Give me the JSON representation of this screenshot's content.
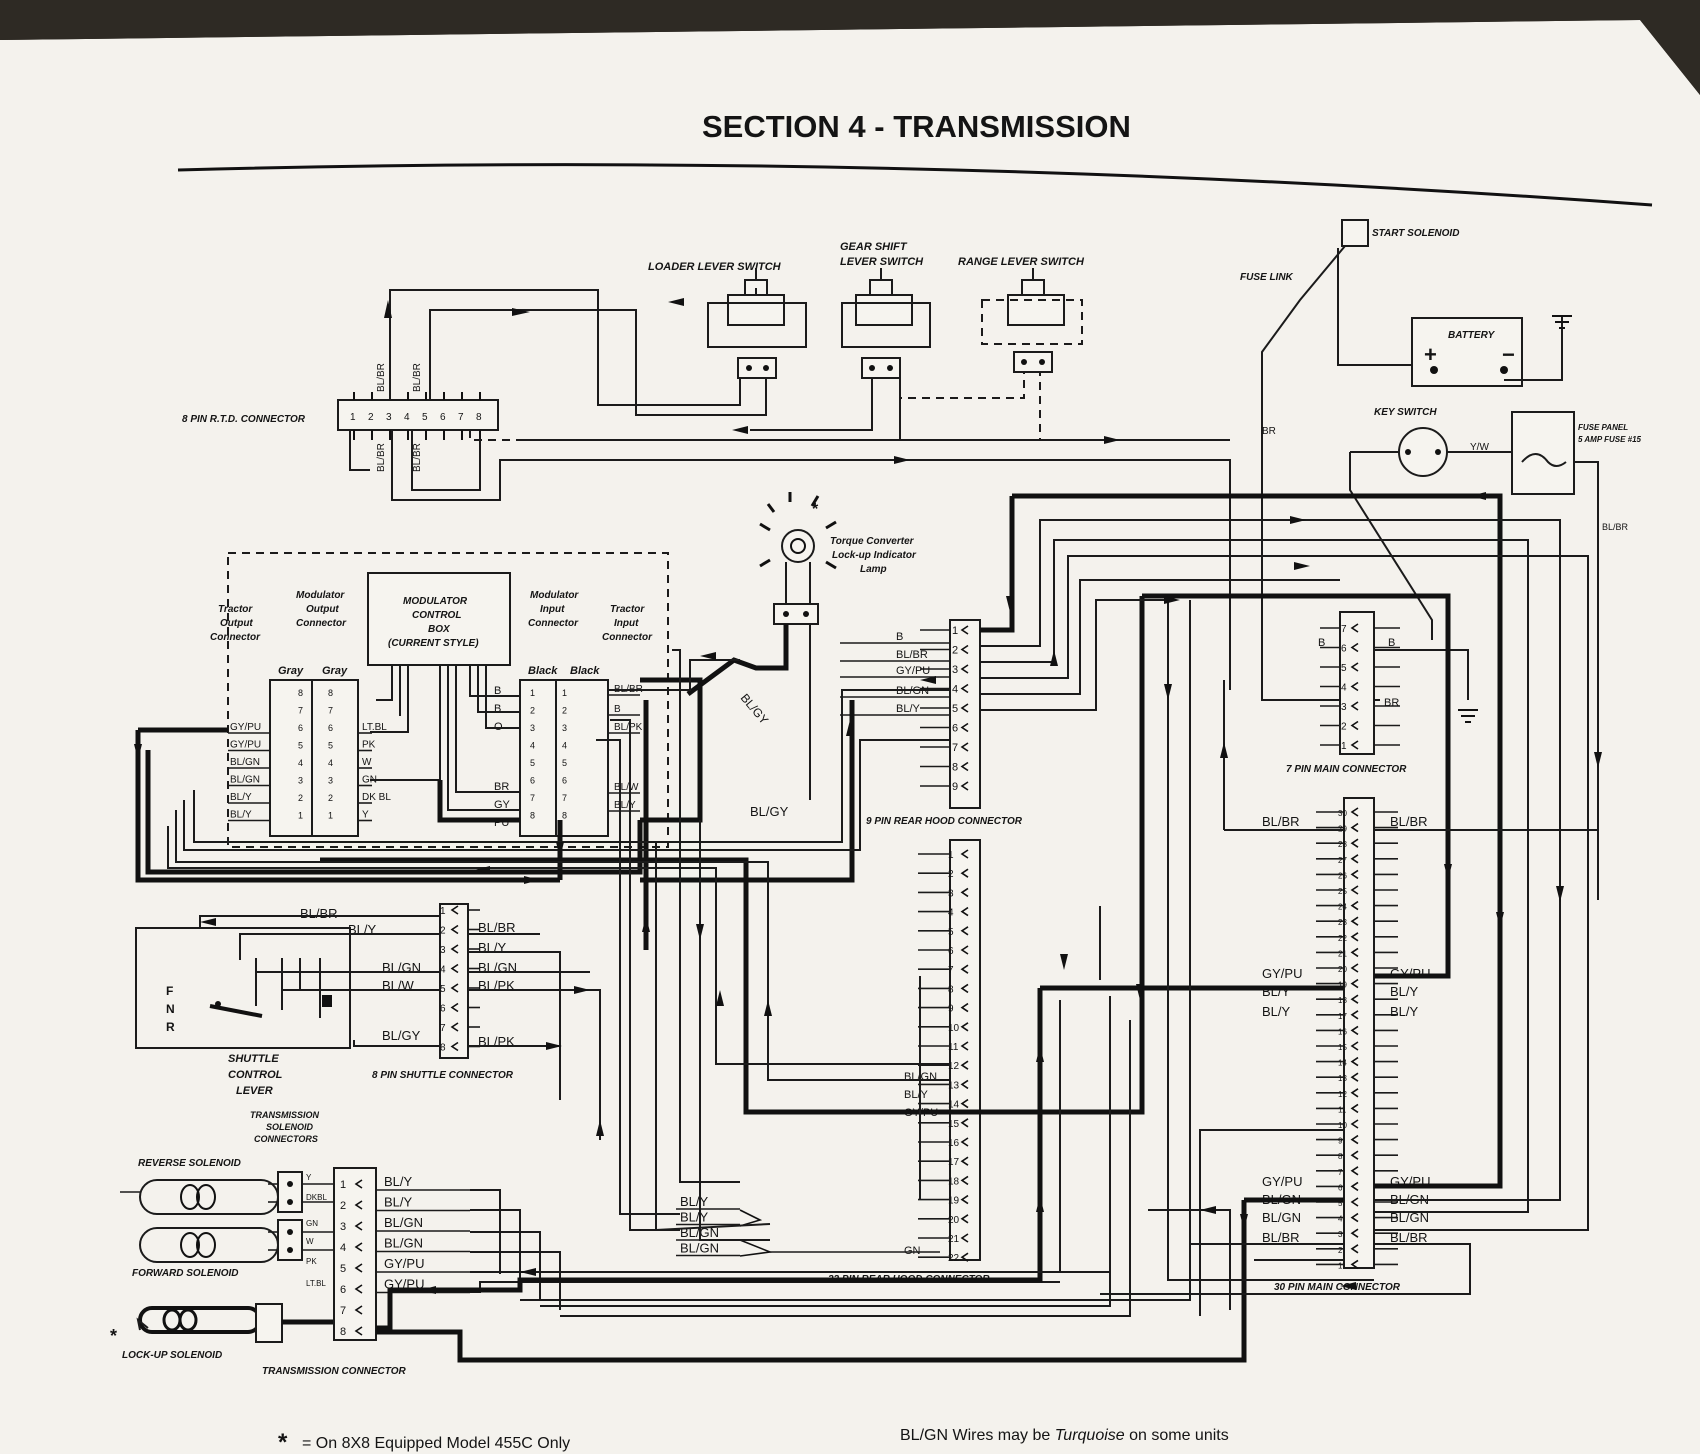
{
  "page": {
    "title": "SECTION 4 - TRANSMISSION",
    "colors": {
      "paper": "#f4f2ed",
      "ink": "#151515",
      "background": "#2e2a24"
    }
  },
  "switches": {
    "loader": "LOADER LEVER SWITCH",
    "gear_shift_1": "GEAR SHIFT",
    "gear_shift_2": "LEVER SWITCH",
    "range": "RANGE LEVER SWITCH"
  },
  "power": {
    "start_solenoid": "START SOLENOID",
    "fuse_link": "FUSE LINK",
    "battery": "BATTERY",
    "plus": "+",
    "minus": "−",
    "key_switch": "KEY SWITCH",
    "fuse_panel_1": "FUSE PANEL",
    "fuse_panel_2": "5 AMP FUSE #15",
    "br": "BR",
    "y_w": "Y/W",
    "bl_br": "BL/BR"
  },
  "rtd": {
    "label": "8 PIN R.T.D. CONNECTOR",
    "pins": [
      "1",
      "2",
      "3",
      "4",
      "5",
      "6",
      "7",
      "8"
    ],
    "wire_top_a": "BL/BR",
    "wire_top_b": "BL/BR",
    "wire_bottom_a": "BL/BR",
    "wire_bottom_b": "BL/BR"
  },
  "modulator": {
    "box_1": "MODULATOR",
    "box_2": "CONTROL",
    "box_3": "BOX",
    "box_4": "(CURRENT STYLE)",
    "tractor_output": [
      "Tractor",
      "Output",
      "Connector"
    ],
    "modulator_output": [
      "Modulator",
      "Output",
      "Connector"
    ],
    "modulator_input": [
      "Modulator",
      "Input",
      "Connector"
    ],
    "tractor_input": [
      "Tractor",
      "Input",
      "Connector"
    ],
    "gray": "Gray",
    "black": "Black",
    "left_wires": [
      "GY/PU",
      "GY/PU",
      "BL/GN",
      "BL/GN",
      "BL/Y",
      "BL/Y"
    ],
    "left_pins": [
      "8",
      "7",
      "6",
      "5",
      "4",
      "3",
      "2",
      "1"
    ],
    "mid_wires": [
      "LT.BL",
      "PK",
      "W",
      "GN",
      "DK BL",
      "Y"
    ],
    "right_in_wires": [
      "B",
      "B",
      "O",
      "BR",
      "GY",
      "PU"
    ],
    "right_out_wires": [
      "BL/BR",
      "B",
      "BL/PK",
      "BL/W",
      "BL/Y"
    ]
  },
  "lamp": {
    "label_1": "Torque Converter",
    "label_2": "Lock-up Indicator",
    "label_3": "Lamp",
    "wire": "BL/GY",
    "wire2": "BL/GY"
  },
  "rear9": {
    "label": "9 PIN REAR HOOD CONNECTOR",
    "pins": [
      "1",
      "2",
      "3",
      "4",
      "5",
      "6",
      "7",
      "8",
      "9"
    ],
    "wires": [
      "B",
      "BL/BR",
      "GY/PU",
      "BL/GN",
      "BL/Y"
    ]
  },
  "main7": {
    "label": "7 PIN MAIN CONNECTOR",
    "pins": [
      "7",
      "6",
      "5",
      "4",
      "3",
      "2",
      "1"
    ],
    "left_b": "B",
    "right_b": "B",
    "right_br": "BR"
  },
  "rear22": {
    "label": "22 PIN REAR HOOD CONNECTOR",
    "pins": [
      "1",
      "2",
      "3",
      "4",
      "5",
      "6",
      "7",
      "8",
      "9",
      "10",
      "11",
      "12",
      "13",
      "14",
      "15",
      "16",
      "17",
      "18",
      "19",
      "20",
      "21",
      "22"
    ],
    "wires": [
      "BL/GN",
      "BL/Y",
      "GY/PU",
      "GN"
    ]
  },
  "main30": {
    "label": "30 PIN MAIN CONNECTOR",
    "pins": [
      "30",
      "29",
      "28",
      "27",
      "26",
      "25",
      "24",
      "23",
      "22",
      "21",
      "20",
      "19",
      "18",
      "17",
      "16",
      "15",
      "14",
      "13",
      "12",
      "11",
      "10",
      "9",
      "8",
      "7",
      "6",
      "5",
      "4",
      "3",
      "2",
      "1"
    ],
    "left_wires": [
      "BL/BR",
      "GY/PU",
      "BL/Y",
      "BL/Y",
      "GY/PU",
      "BL/GN",
      "BL/GN",
      "BL/BR"
    ],
    "right_wires": [
      "BL/BR",
      "GY/PU",
      "BL/Y",
      "BL/Y",
      "GY/PU",
      "BL/GN",
      "BL/GN",
      "BL/BR"
    ]
  },
  "shuttle": {
    "label": "8 PIN SHUTTLE CONNECTOR",
    "lever_1": "SHUTTLE",
    "lever_2": "CONTROL",
    "lever_3": "LEVER",
    "fnr": [
      "F",
      "N",
      "R"
    ],
    "pins": [
      "1",
      "2",
      "3",
      "4",
      "5",
      "6",
      "7",
      "8"
    ],
    "left_wires": [
      "BL/BR",
      "BL/Y",
      "BL/GN",
      "BL/W",
      "BL/GY"
    ],
    "right_wires": [
      "BL/BR",
      "BL/Y",
      "BL/GN",
      "BL/PK",
      "BL/PK"
    ]
  },
  "solenoids": {
    "header_1": "TRANSMISSION",
    "header_2": "SOLENOID",
    "header_3": "CONNECTORS",
    "reverse": "REVERSE SOLENOID",
    "forward": "FORWARD SOLENOID",
    "lockup": "LOCK-UP SOLENOID",
    "small_wires": [
      "Y",
      "DKBL",
      "GN",
      "W",
      "PK",
      "LT.BL"
    ],
    "trans_label": "TRANSMISSION CONNECTOR",
    "trans_pins": [
      "1",
      "2",
      "3",
      "4",
      "5",
      "6",
      "7",
      "8"
    ],
    "trans_wires": [
      "BL/Y",
      "BL/Y",
      "BL/GN",
      "BL/GN",
      "GY/PU",
      "GY/PU"
    ],
    "junction_wires": [
      "BL/Y",
      "BL/Y",
      "BL/GN",
      "BL/GN"
    ]
  },
  "footer": {
    "note_left": "= On 8X8 Equipped Model 455C Only",
    "note_right_1": "BL/GN Wires may be ",
    "note_right_2": "Turquoise",
    "note_right_3": " on some units",
    "asterisk": "*"
  }
}
